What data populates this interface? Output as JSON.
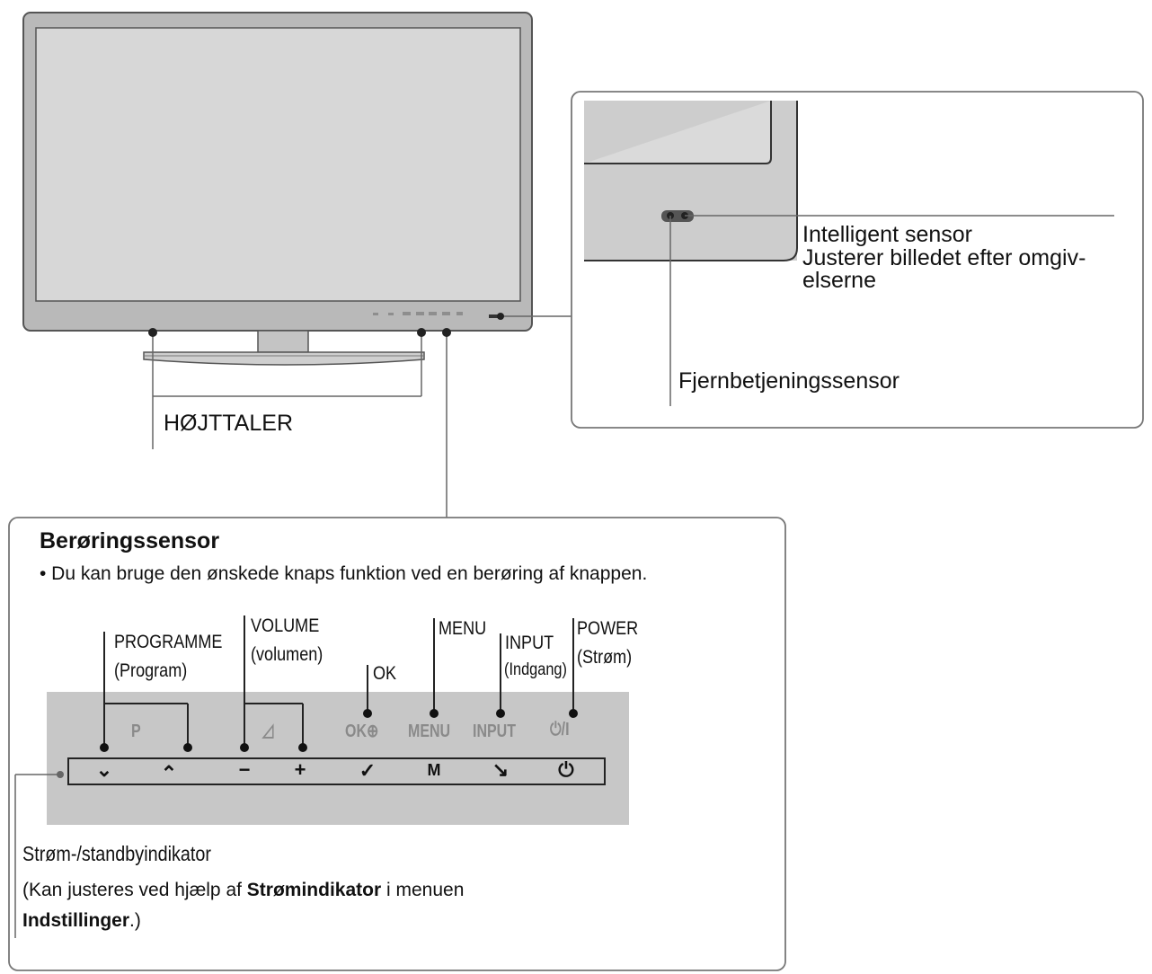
{
  "tv": {
    "speaker_label": "HØJTTALER"
  },
  "sensor_box": {
    "intelligent_sensor_title": "Intelligent sensor",
    "intelligent_sensor_desc_1": "Justerer billedet efter omgiv-",
    "intelligent_sensor_desc_2": "elserne",
    "remote_sensor_label": "Fjernbetjeningssensor"
  },
  "touch_box": {
    "title": "Berøringssensor",
    "bullet": "• Du kan bruge den ønskede knaps funktion ved en berøring af knappen.",
    "labels": {
      "programme": "PROGRAMME",
      "programme_sub": "(Program)",
      "volume": "VOLUME",
      "volume_sub": "(volumen)",
      "ok": "OK",
      "menu": "MENU",
      "input": "INPUT",
      "input_sub": "(Indgang)",
      "power": "POWER",
      "power_sub": "(Strøm)"
    },
    "panel_markings": {
      "p": "P",
      "volume_symbol": "◿",
      "ok": "OK⊕",
      "menu": "MENU",
      "input": "INPUT",
      "power": "⏻/I"
    },
    "buttons": {
      "down": "⌄",
      "up": "⌃",
      "minus": "−",
      "plus": "+",
      "ok": "✓",
      "menu": "M",
      "input": "↘",
      "power": "⏻"
    },
    "indicator_label": "Strøm-/standbyindikator",
    "note_1_pre": "(Kan justeres ved hjælp af ",
    "note_1_bold": "Strømindikator",
    "note_1_post": " i menuen",
    "note_2_bold": "Indstillinger",
    "note_2_post": ".)"
  }
}
